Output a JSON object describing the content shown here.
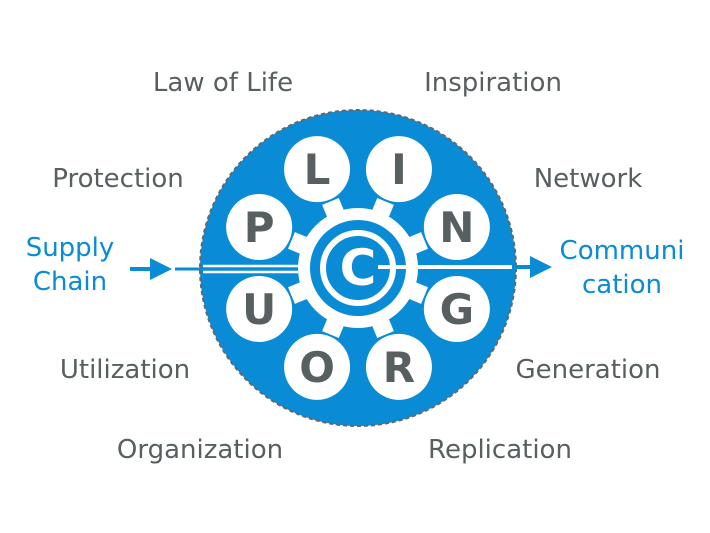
{
  "center_letter": "C",
  "letters": [
    "L",
    "I",
    "N",
    "G",
    "R",
    "O",
    "U",
    "P"
  ],
  "labels": {
    "law_of_life": "Law of Life",
    "inspiration": "Inspiration",
    "network": "Network",
    "generation": "Generation",
    "replication": "Replication",
    "organization": "Organization",
    "utilization": "Utilization",
    "protection": "Protection"
  },
  "input": {
    "line1": "Supply",
    "line2": "Chain"
  },
  "output": {
    "line1": "Communi",
    "line2": "cation"
  },
  "colors": {
    "blue": "#0a8bd6",
    "gray": "#575f60",
    "white": "#ffffff"
  }
}
